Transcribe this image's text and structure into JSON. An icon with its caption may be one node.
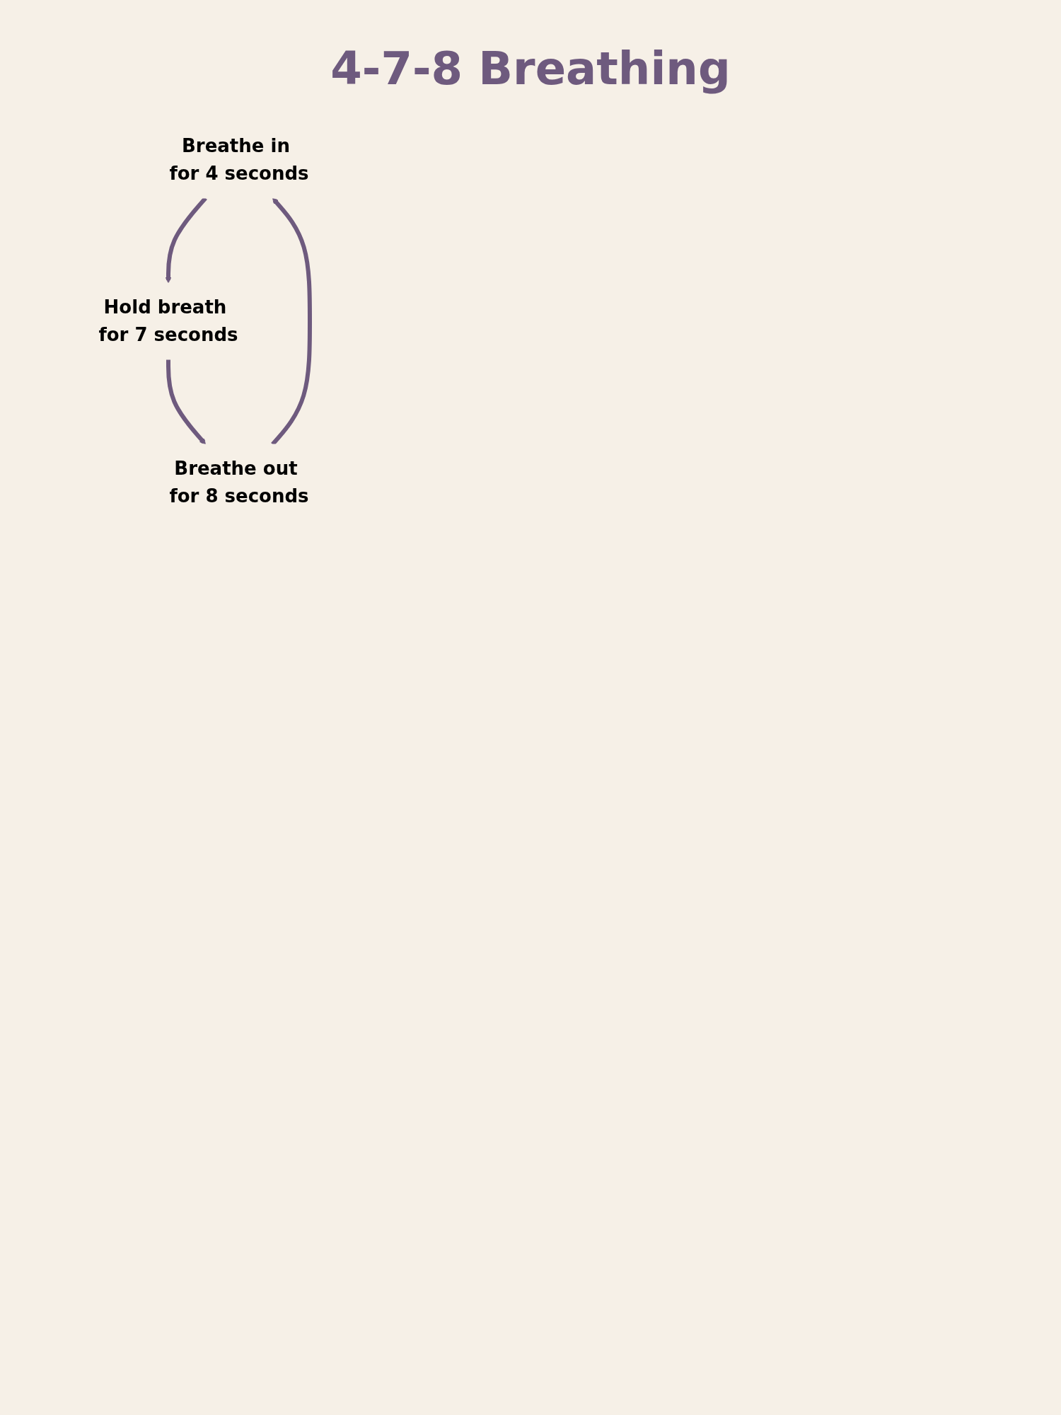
{
  "diagram": {
    "title": "4-7-8 Breathing",
    "nodes": [
      {
        "text": [
          "Breathe in for 4 seconds"
        ]
      },
      {
        "text": [
          "Hold breath for 7 seconds"
        ]
      },
      {
        "text": [
          "Breathe out for 8 seconds"
        ]
      }
    ],
    "edges": [
      {
        "from": 0,
        "to": 1,
        "arrow": "to"
      },
      {
        "from": 1,
        "to": 2,
        "arrow": "to"
      },
      {
        "from": 2,
        "to": 0,
        "arrow": "to"
      }
    ]
  }
}
